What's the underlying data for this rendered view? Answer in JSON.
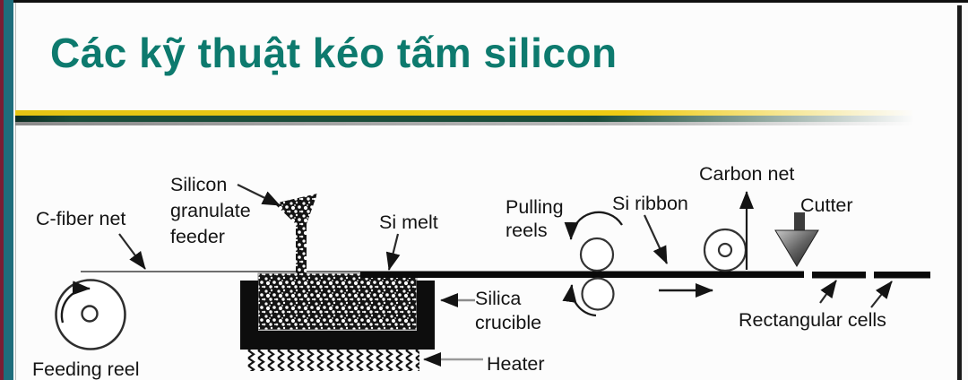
{
  "slide": {
    "title": "Các kỹ thuật kéo tấm silicon"
  },
  "theme": {
    "title_color": "#0d7a6e",
    "edge_maroon": "#7a1d33",
    "edge_teal": "#1e6d7c",
    "separator_yellow": "#eecb13",
    "separator_green": "#1a4c3a",
    "diagram_ink": "#141414"
  },
  "diagram": {
    "labels": {
      "c_fiber_net": "C-fiber net",
      "silicon_feeder_line1": "Silicon",
      "silicon_feeder_line2": "granulate",
      "silicon_feeder_line3": "feeder",
      "si_melt": "Si melt",
      "feeding_reel": "Feeding reel",
      "pulling_reels_line1": "Pulling",
      "pulling_reels_line2": "reels",
      "si_ribbon": "Si ribbon",
      "carbon_net": "Carbon net",
      "cutter": "Cutter",
      "silica_crucible_line1": "Silica",
      "silica_crucible_line2": "crucible",
      "heater": "Heater",
      "rectangular_cells": "Rectangular cells"
    }
  }
}
